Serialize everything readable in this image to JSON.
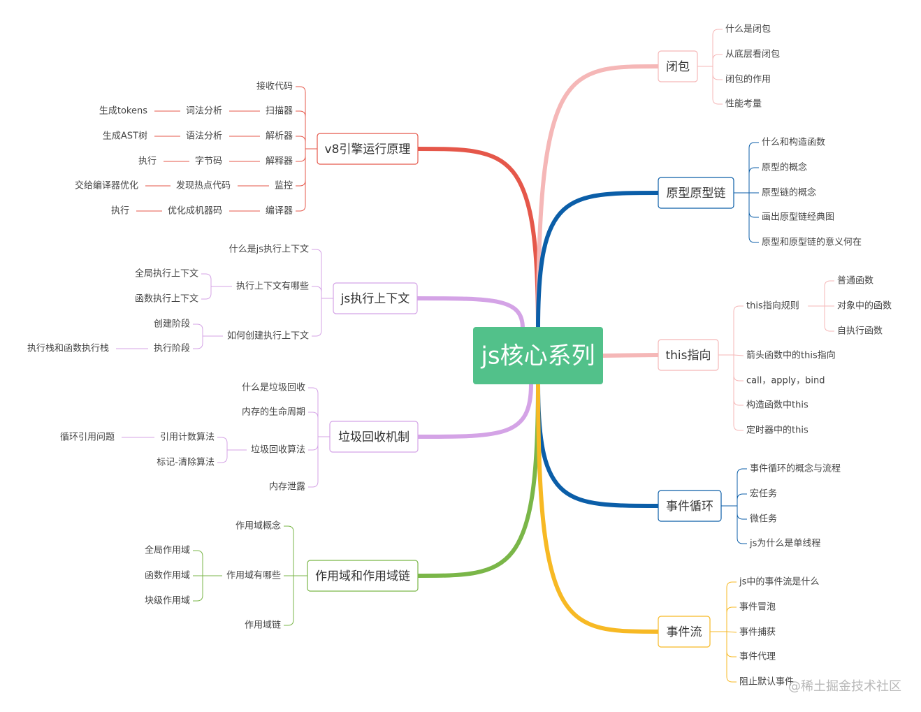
{
  "root": {
    "label": "js核心系列",
    "color": "#52c18a"
  },
  "watermark": "@稀土掘金技术社区",
  "branches": [
    {
      "id": "v8",
      "label": "v8引擎运行原理",
      "color": "#e5574a",
      "children": [
        {
          "label": "接收代码"
        },
        {
          "label": "扫描器",
          "children": [
            {
              "label": "词法分析",
              "children": [
                {
                  "label": "生成tokens"
                }
              ]
            }
          ]
        },
        {
          "label": "解析器",
          "children": [
            {
              "label": "语法分析",
              "children": [
                {
                  "label": "生成AST树"
                }
              ]
            }
          ]
        },
        {
          "label": "解释器",
          "children": [
            {
              "label": "字节码",
              "children": [
                {
                  "label": "执行"
                }
              ]
            }
          ]
        },
        {
          "label": "监控",
          "children": [
            {
              "label": "发现热点代码",
              "children": [
                {
                  "label": "交给编译器优化"
                }
              ]
            }
          ]
        },
        {
          "label": "编译器",
          "children": [
            {
              "label": "优化成机器码",
              "children": [
                {
                  "label": "执行"
                }
              ]
            }
          ]
        }
      ]
    },
    {
      "id": "ctx",
      "label": "js执行上下文",
      "color": "#d4a3e6",
      "children": [
        {
          "label": "什么是js执行上下文"
        },
        {
          "label": "执行上下文有哪些",
          "children": [
            {
              "label": "全局执行上下文"
            },
            {
              "label": "函数执行上下文"
            }
          ]
        },
        {
          "label": "如何创建执行上下文",
          "children": [
            {
              "label": "创建阶段"
            },
            {
              "label": "执行阶段",
              "children": [
                {
                  "label": "执行栈和函数执行栈"
                }
              ]
            }
          ]
        }
      ]
    },
    {
      "id": "gc",
      "label": "垃圾回收机制",
      "color": "#d4a3e6",
      "children": [
        {
          "label": "什么是垃圾回收"
        },
        {
          "label": "内存的生命周期"
        },
        {
          "label": "垃圾回收算法",
          "children": [
            {
              "label": "引用计数算法",
              "children": [
                {
                  "label": "循环引用问题"
                }
              ]
            },
            {
              "label": "标记-清除算法"
            }
          ]
        },
        {
          "label": "内存泄露"
        }
      ]
    },
    {
      "id": "scope",
      "label": "作用域和作用域链",
      "color": "#7ab648",
      "children": [
        {
          "label": "作用域概念"
        },
        {
          "label": "作用域有哪些",
          "children": [
            {
              "label": "全局作用域"
            },
            {
              "label": "函数作用域"
            },
            {
              "label": "块级作用域"
            }
          ]
        },
        {
          "label": "作用域链"
        }
      ]
    },
    {
      "id": "closure",
      "label": "闭包",
      "color": "#f9cfcf",
      "children": [
        {
          "label": "什么是闭包"
        },
        {
          "label": "从底层看闭包"
        },
        {
          "label": "闭包的作用"
        },
        {
          "label": "性能考量"
        }
      ]
    },
    {
      "id": "proto",
      "label": "原型原型链",
      "color": "#0b5ea8",
      "children": [
        {
          "label": "什么和构造函数"
        },
        {
          "label": "原型的概念"
        },
        {
          "label": "原型链的概念"
        },
        {
          "label": "画出原型链经典图"
        },
        {
          "label": "原型和原型链的意义何在"
        }
      ]
    },
    {
      "id": "this",
      "label": "this指向",
      "color": "#f9cfcf",
      "children": [
        {
          "label": "this指向规则",
          "children": [
            {
              "label": "普通函数"
            },
            {
              "label": "对象中的函数"
            },
            {
              "label": "自执行函数"
            }
          ]
        },
        {
          "label": "箭头函数中的this指向"
        },
        {
          "label": "call，apply，bind"
        },
        {
          "label": "构造函数中this"
        },
        {
          "label": "定时器中的this"
        }
      ]
    },
    {
      "id": "loop",
      "label": "事件循环",
      "color": "#0b5ea8",
      "children": [
        {
          "label": "事件循环的概念与流程"
        },
        {
          "label": "宏任务"
        },
        {
          "label": "微任务"
        },
        {
          "label": "js为什么是单线程"
        }
      ]
    },
    {
      "id": "flow",
      "label": "事件流",
      "color": "#f7b924",
      "children": [
        {
          "label": "js中的事件流是什么"
        },
        {
          "label": "事件冒泡"
        },
        {
          "label": "事件捕获"
        },
        {
          "label": "事件代理"
        },
        {
          "label": "阻止默认事件"
        }
      ]
    }
  ]
}
